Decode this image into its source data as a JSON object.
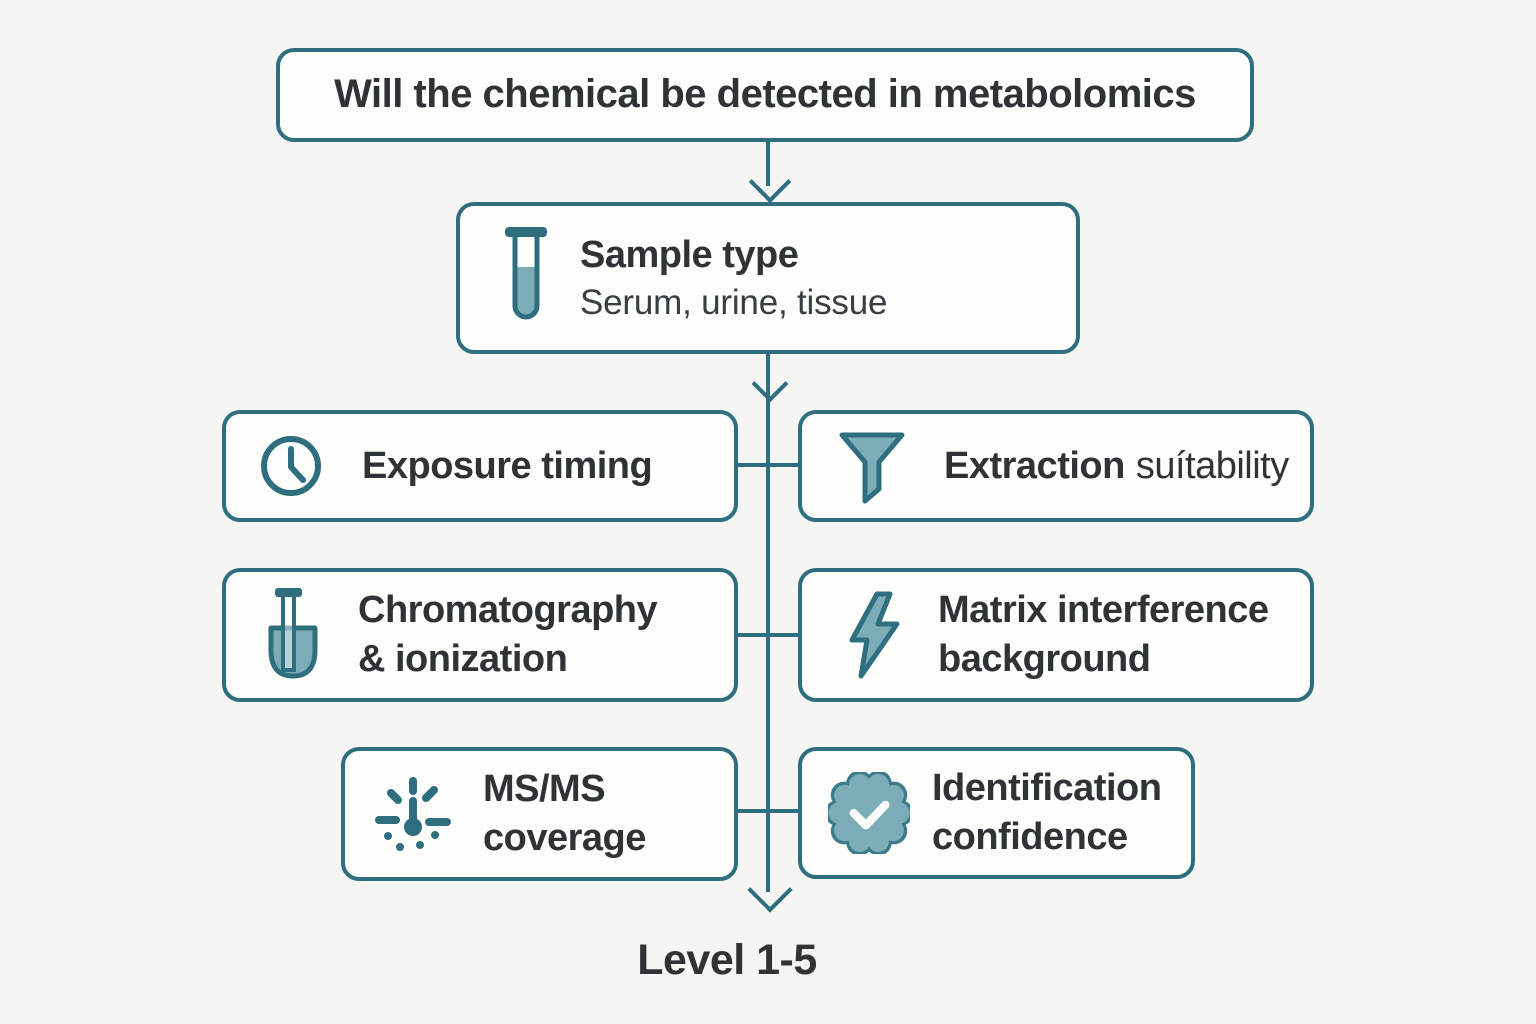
{
  "colors": {
    "accent": "#2e6e7e",
    "iconfill": "#7cadb6",
    "text": "#2f3336",
    "bg": "#f5f6f3",
    "boxfill": "#fdfdfc"
  },
  "root_question": {
    "label": "Will the chemical be detected in metabolomics"
  },
  "sample": {
    "icon": "test-tube-icon",
    "title": "Sample type",
    "subtitle": "Serum, urine, tissue"
  },
  "factors": [
    {
      "name": "exposure-timing",
      "icon": "clock-icon",
      "line1": "Exposure timing"
    },
    {
      "name": "extraction-suitability",
      "icon": "funnel-icon",
      "strong": "Extraction",
      "light": "suítability"
    },
    {
      "name": "chromatography-ionization",
      "icon": "column-flask-icon",
      "line1": "Chromatography",
      "line2": "& ionization"
    },
    {
      "name": "matrix-interference",
      "icon": "lightning-icon",
      "line1": "Matrix interference",
      "line2": "background"
    },
    {
      "name": "msms-coverage",
      "icon": "burst-icon",
      "line1": "MS/MS",
      "line2": "coverage"
    },
    {
      "name": "identification-confidence",
      "icon": "badge-check-icon",
      "line1": "Identification",
      "line2": "confidence"
    }
  ],
  "result": {
    "label": "Level 1-5"
  }
}
